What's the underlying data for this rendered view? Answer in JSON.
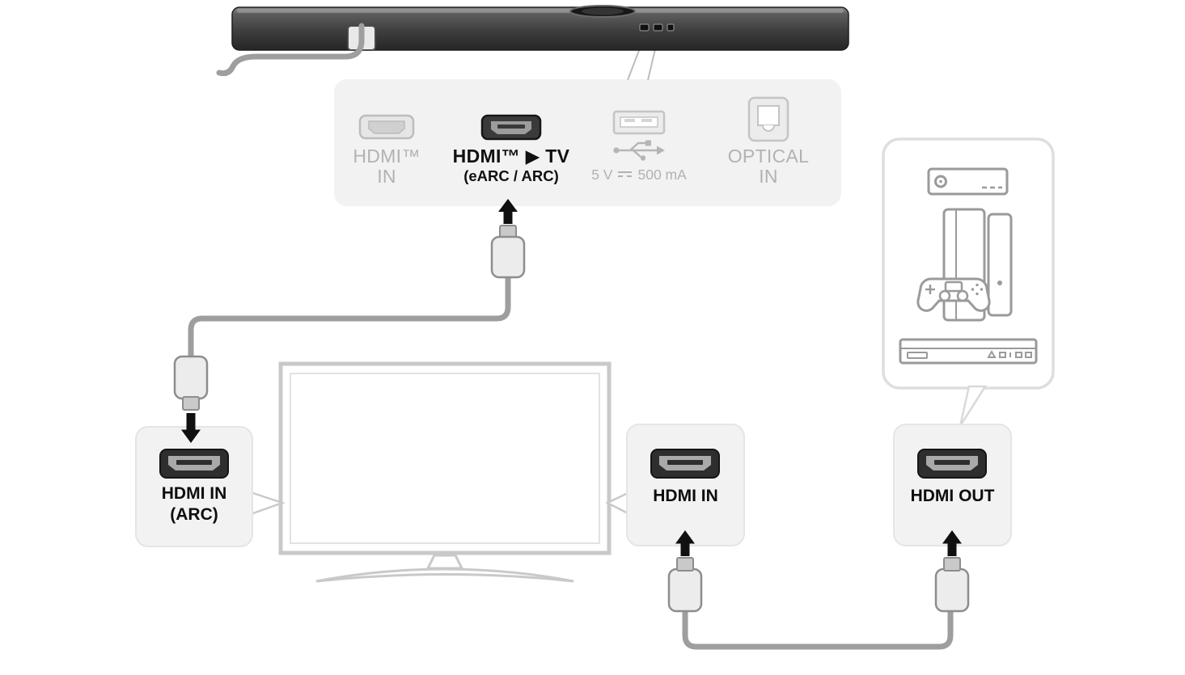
{
  "page": {
    "kind": "soundbar-hdmi-connection-diagram",
    "background": "#ffffff"
  },
  "soundbar_rear_panel": {
    "ports": {
      "hdmi_in": {
        "line1": "HDMI™",
        "line2": "IN",
        "state": "inactive"
      },
      "hdmi_arc": {
        "line1": "HDMI™ ▶ TV",
        "line2": "(eARC / ARC)",
        "state": "active"
      },
      "usb": {
        "voltage": "5 V",
        "current": "500 mA",
        "state": "inactive"
      },
      "optical": {
        "line1": "OPTICAL",
        "line2": "IN",
        "state": "inactive"
      }
    }
  },
  "tv": {
    "arc_input": {
      "line1": "HDMI IN",
      "line2": "(ARC)"
    },
    "hdmi_input": {
      "line1": "HDMI IN"
    }
  },
  "external_device": {
    "hdmi_output": {
      "line1": "HDMI OUT"
    },
    "icons": [
      "set-top-box",
      "game-console",
      "game-controller",
      "disc-player"
    ]
  },
  "colors": {
    "inactive_label": "#b2b2b2",
    "active_label": "#101010",
    "cable": "#9e9e9e",
    "panel_fill": "#f2f2f2",
    "device_outline": "#c9c9c9",
    "arrow": "#101010"
  }
}
